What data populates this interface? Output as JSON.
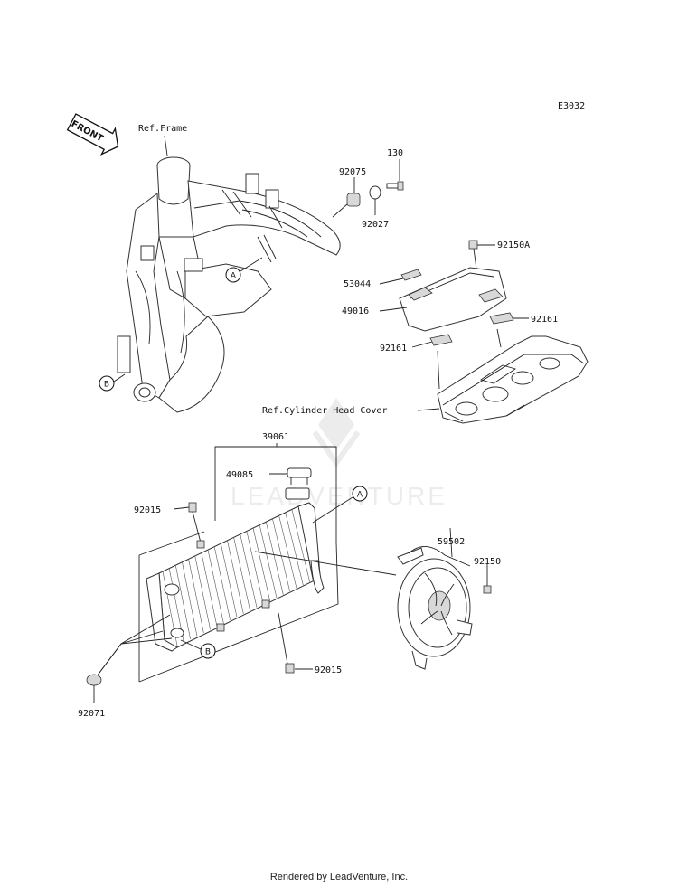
{
  "diagram_code": "E3032",
  "direction_label": "FRONT",
  "references": {
    "frame": "Ref.Frame",
    "cylinder_head_cover": "Ref.Cylinder Head Cover"
  },
  "callouts": {
    "p130": "130",
    "p92075": "92075",
    "p92027": "92027",
    "p92150A": "92150A",
    "p53044": "53044",
    "p49016": "49016",
    "p92161_right": "92161",
    "p92161_left": "92161",
    "p39061": "39061",
    "p49085": "49085",
    "p92015_top": "92015",
    "p59502": "59502",
    "p92150": "92150",
    "p92015_bottom": "92015",
    "p92071": "92071"
  },
  "circle_markers": {
    "a_frame": "A",
    "b_frame": "B",
    "a_radiator": "A",
    "b_radiator": "B"
  },
  "watermark": "LEADVENTURE",
  "footer": "Rendered by LeadVenture, Inc."
}
